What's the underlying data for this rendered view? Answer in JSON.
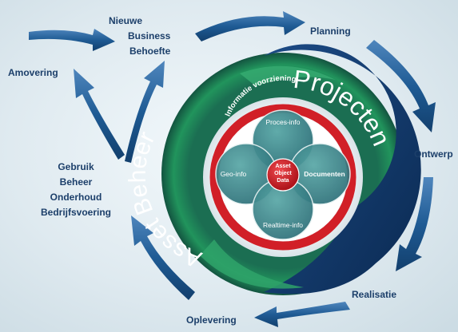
{
  "labels": {
    "nieuwe": "Nieuwe",
    "business": "Business",
    "behoefte": "Behoefte",
    "planning": "Planning",
    "amovering": "Amovering",
    "ontwerp": "Ontwerp",
    "gebruik": "Gebruik",
    "beheer": "Beheer",
    "onderhoud": "Onderhoud",
    "bedrijfsvoering": "Bedrijfsvoering",
    "realisatie": "Realisatie",
    "oplevering": "Oplevering"
  },
  "ring": {
    "asset_beheer": "Asset Beheer",
    "projecten": "Projecten",
    "informatie_voorziening": "Informatie voorziening"
  },
  "core": {
    "proces_info": "Proces-info",
    "geo_info": "Geo-info",
    "documenten": "Documenten",
    "realtime_info": "Realtime-info",
    "center_line1": "Asset",
    "center_line2": "Object",
    "center_line3": "Data"
  },
  "colors": {
    "arrow_blue": "#1f5b94",
    "ring_green": "#1f9a5a",
    "ring_navy": "#0f3566",
    "red_ring": "#d11f27",
    "core_teal": "#3f8f94",
    "label_text": "#1c3f6a"
  }
}
